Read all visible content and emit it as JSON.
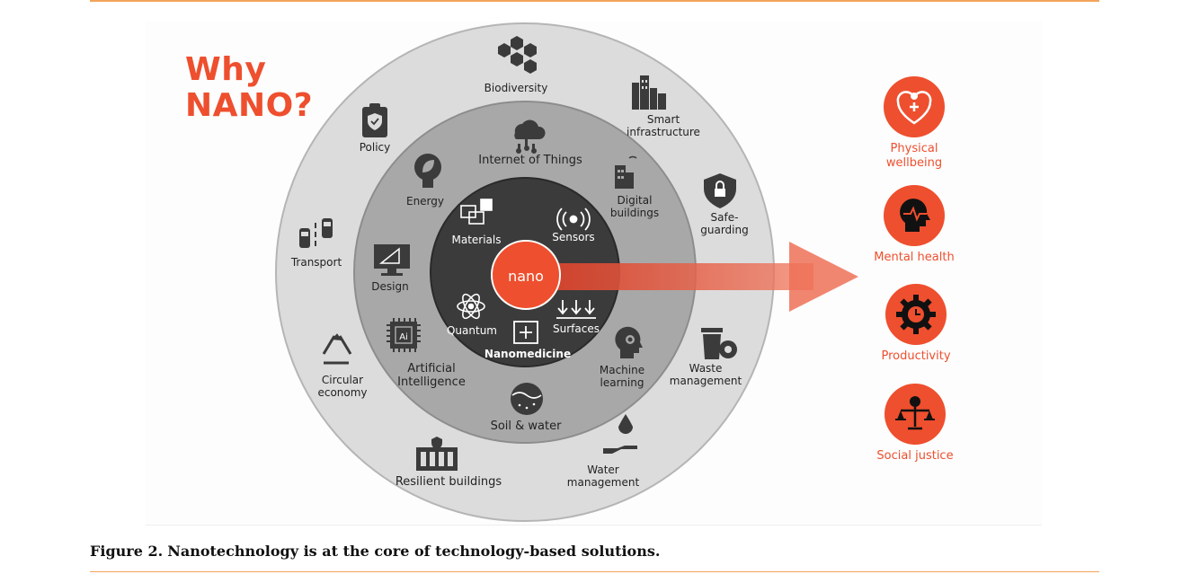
{
  "title": {
    "line1": "Why",
    "line2": "NANO?"
  },
  "center": {
    "label": "nano"
  },
  "core_items": [
    {
      "id": "materials",
      "label": "Materials",
      "icon": "materials-icon"
    },
    {
      "id": "sensors",
      "label": "Sensors",
      "icon": "sensors-icon"
    },
    {
      "id": "quantum",
      "label": "Quantum",
      "icon": "atom-icon"
    },
    {
      "id": "surfaces",
      "label": "Surfaces",
      "icon": "arrows-down-icon"
    },
    {
      "id": "nanomedicine",
      "label": "Nanomedicine",
      "icon": "plus-box-icon"
    }
  ],
  "middle_ring": [
    {
      "id": "internet-of-things",
      "label": "Internet of Things",
      "icon": "cloud-network-icon"
    },
    {
      "id": "digital-buildings",
      "label": "Digital\nbuildings",
      "icon": "smart-building-icon"
    },
    {
      "id": "machine-learning",
      "label": "Machine\nlearning",
      "icon": "head-gear-icon"
    },
    {
      "id": "soil-water",
      "label": "Soil & water",
      "icon": "soil-icon"
    },
    {
      "id": "artificial-intelligence",
      "label": "Artificial\nIntelligence",
      "icon": "ai-chip-icon"
    },
    {
      "id": "design",
      "label": "Design",
      "icon": "design-monitor-icon"
    },
    {
      "id": "energy",
      "label": "Energy",
      "icon": "lightbulb-leaf-icon"
    }
  ],
  "outer_ring": [
    {
      "id": "biodiversity",
      "label": "Biodiversity",
      "icon": "biodiversity-icon"
    },
    {
      "id": "smart-infrastructure",
      "label": "Smart\ninfrastructure",
      "icon": "city-icon"
    },
    {
      "id": "safeguarding",
      "label": "Safe-\nguarding",
      "icon": "shield-lock-icon"
    },
    {
      "id": "waste-management",
      "label": "Waste\nmanagement",
      "icon": "bin-gear-icon"
    },
    {
      "id": "water-management",
      "label": "Water\nmanagement",
      "icon": "hand-drop-icon"
    },
    {
      "id": "resilient-buildings",
      "label": "Resilient buildings",
      "icon": "building-shield-icon"
    },
    {
      "id": "circular-economy",
      "label": "Circular\neconomy",
      "icon": "recycle-icon"
    },
    {
      "id": "transport",
      "label": "Transport",
      "icon": "cars-icon"
    },
    {
      "id": "policy",
      "label": "Policy",
      "icon": "clipboard-check-icon"
    }
  ],
  "outcomes": [
    {
      "id": "physical-wellbeing",
      "label": "Physical\nwellbeing",
      "icon": "heart-person-icon"
    },
    {
      "id": "mental-health",
      "label": "Mental health",
      "icon": "head-pulse-icon"
    },
    {
      "id": "productivity",
      "label": "Productivity",
      "icon": "gear-clock-icon"
    },
    {
      "id": "social-justice",
      "label": "Social justice",
      "icon": "scales-icon"
    }
  ],
  "caption": {
    "label": "Figure 2.",
    "text": "Nanotechnology is at the core of technology-based solutions."
  },
  "colors": {
    "accent": "#ee4f2e",
    "outer_ring": "#dcdcdc",
    "middle_ring": "#a8a8a8",
    "core": "#3b3b3b",
    "rule": "#f2a45a"
  }
}
